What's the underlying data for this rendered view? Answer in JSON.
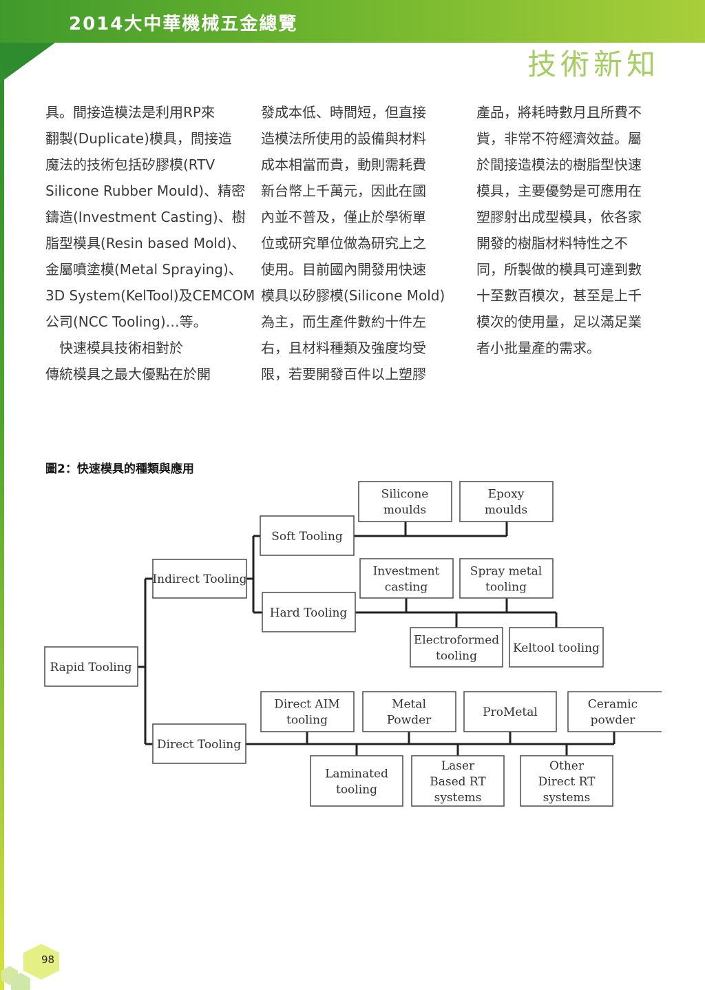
{
  "header": {
    "publication_title": "2014大中華機械五金總覽",
    "section_title": "技術新知"
  },
  "columns": [
    [
      "具。間接造模法是利用RP來",
      "翻製(Duplicate)模具，間接造",
      "魔法的技術包括矽膠模(RTV",
      "Silicone Rubber Mould)、精密",
      "鑄造(Investment Casting)、樹",
      "脂型模具(Resin based Mold)、",
      "金屬噴塗模(Metal Spraying)、",
      "3D System(KelTool)及CEMCOM",
      "公司(NCC Tooling)…等。",
      "　快速模具技術相對於",
      "傳統模具之最大優點在於開"
    ],
    [
      "發成本低、時間短，但直接",
      "造模法所使用的設備與材料",
      "成本相當而貴，動則需耗費",
      "新台幣上千萬元，因此在國",
      "內並不普及，僅止於學術單",
      "位或研究單位做為研究上之",
      "使用。目前國內開發用快速",
      "模具以矽膠模(Silicone Mold)",
      "為主，而生產件數約十件左",
      "右，且材料種類及強度均受",
      "限，若要開發百件以上塑膠"
    ],
    [
      "產品，將耗時數月且所費不",
      "貲，非常不符經濟效益。屬",
      "於間接造模法的樹脂型快速",
      "模具，主要優勢是可應用在",
      "塑膠射出成型模具，依各家",
      "開發的樹脂材料特性之不",
      "同，所製做的模具可達到數",
      "十至數百模次，甚至是上千",
      "模次的使用量，足以滿足業",
      "者小批量產的需求。"
    ]
  ],
  "figure": {
    "caption": "圖2：快速模具的種類與應用",
    "nodes": {
      "rapid": [
        "Rapid Tooling"
      ],
      "indirect": [
        "Indirect Tooling"
      ],
      "direct": [
        "Direct Tooling"
      ],
      "soft": [
        "Soft Tooling"
      ],
      "hard": [
        "Hard Tooling"
      ],
      "silicone": [
        "Silicone",
        "moulds"
      ],
      "epoxy": [
        "Epoxy",
        "moulds"
      ],
      "investment": [
        "Investment",
        "casting"
      ],
      "spray": [
        "Spray metal",
        "tooling"
      ],
      "electroformed": [
        "Electroformed",
        "tooling"
      ],
      "keltool": [
        "Keltool tooling"
      ],
      "aim": [
        "Direct AIM",
        "tooling"
      ],
      "metalpowder": [
        "Metal",
        "Powder"
      ],
      "prometal": [
        "ProMetal"
      ],
      "ceramic": [
        "Ceramic",
        "powder"
      ],
      "laminated": [
        "Laminated",
        "tooling"
      ],
      "laser": [
        "Laser",
        "Based RT",
        "systems"
      ],
      "other": [
        "Other",
        "Direct RT",
        "systems"
      ]
    }
  },
  "page_number": "98"
}
